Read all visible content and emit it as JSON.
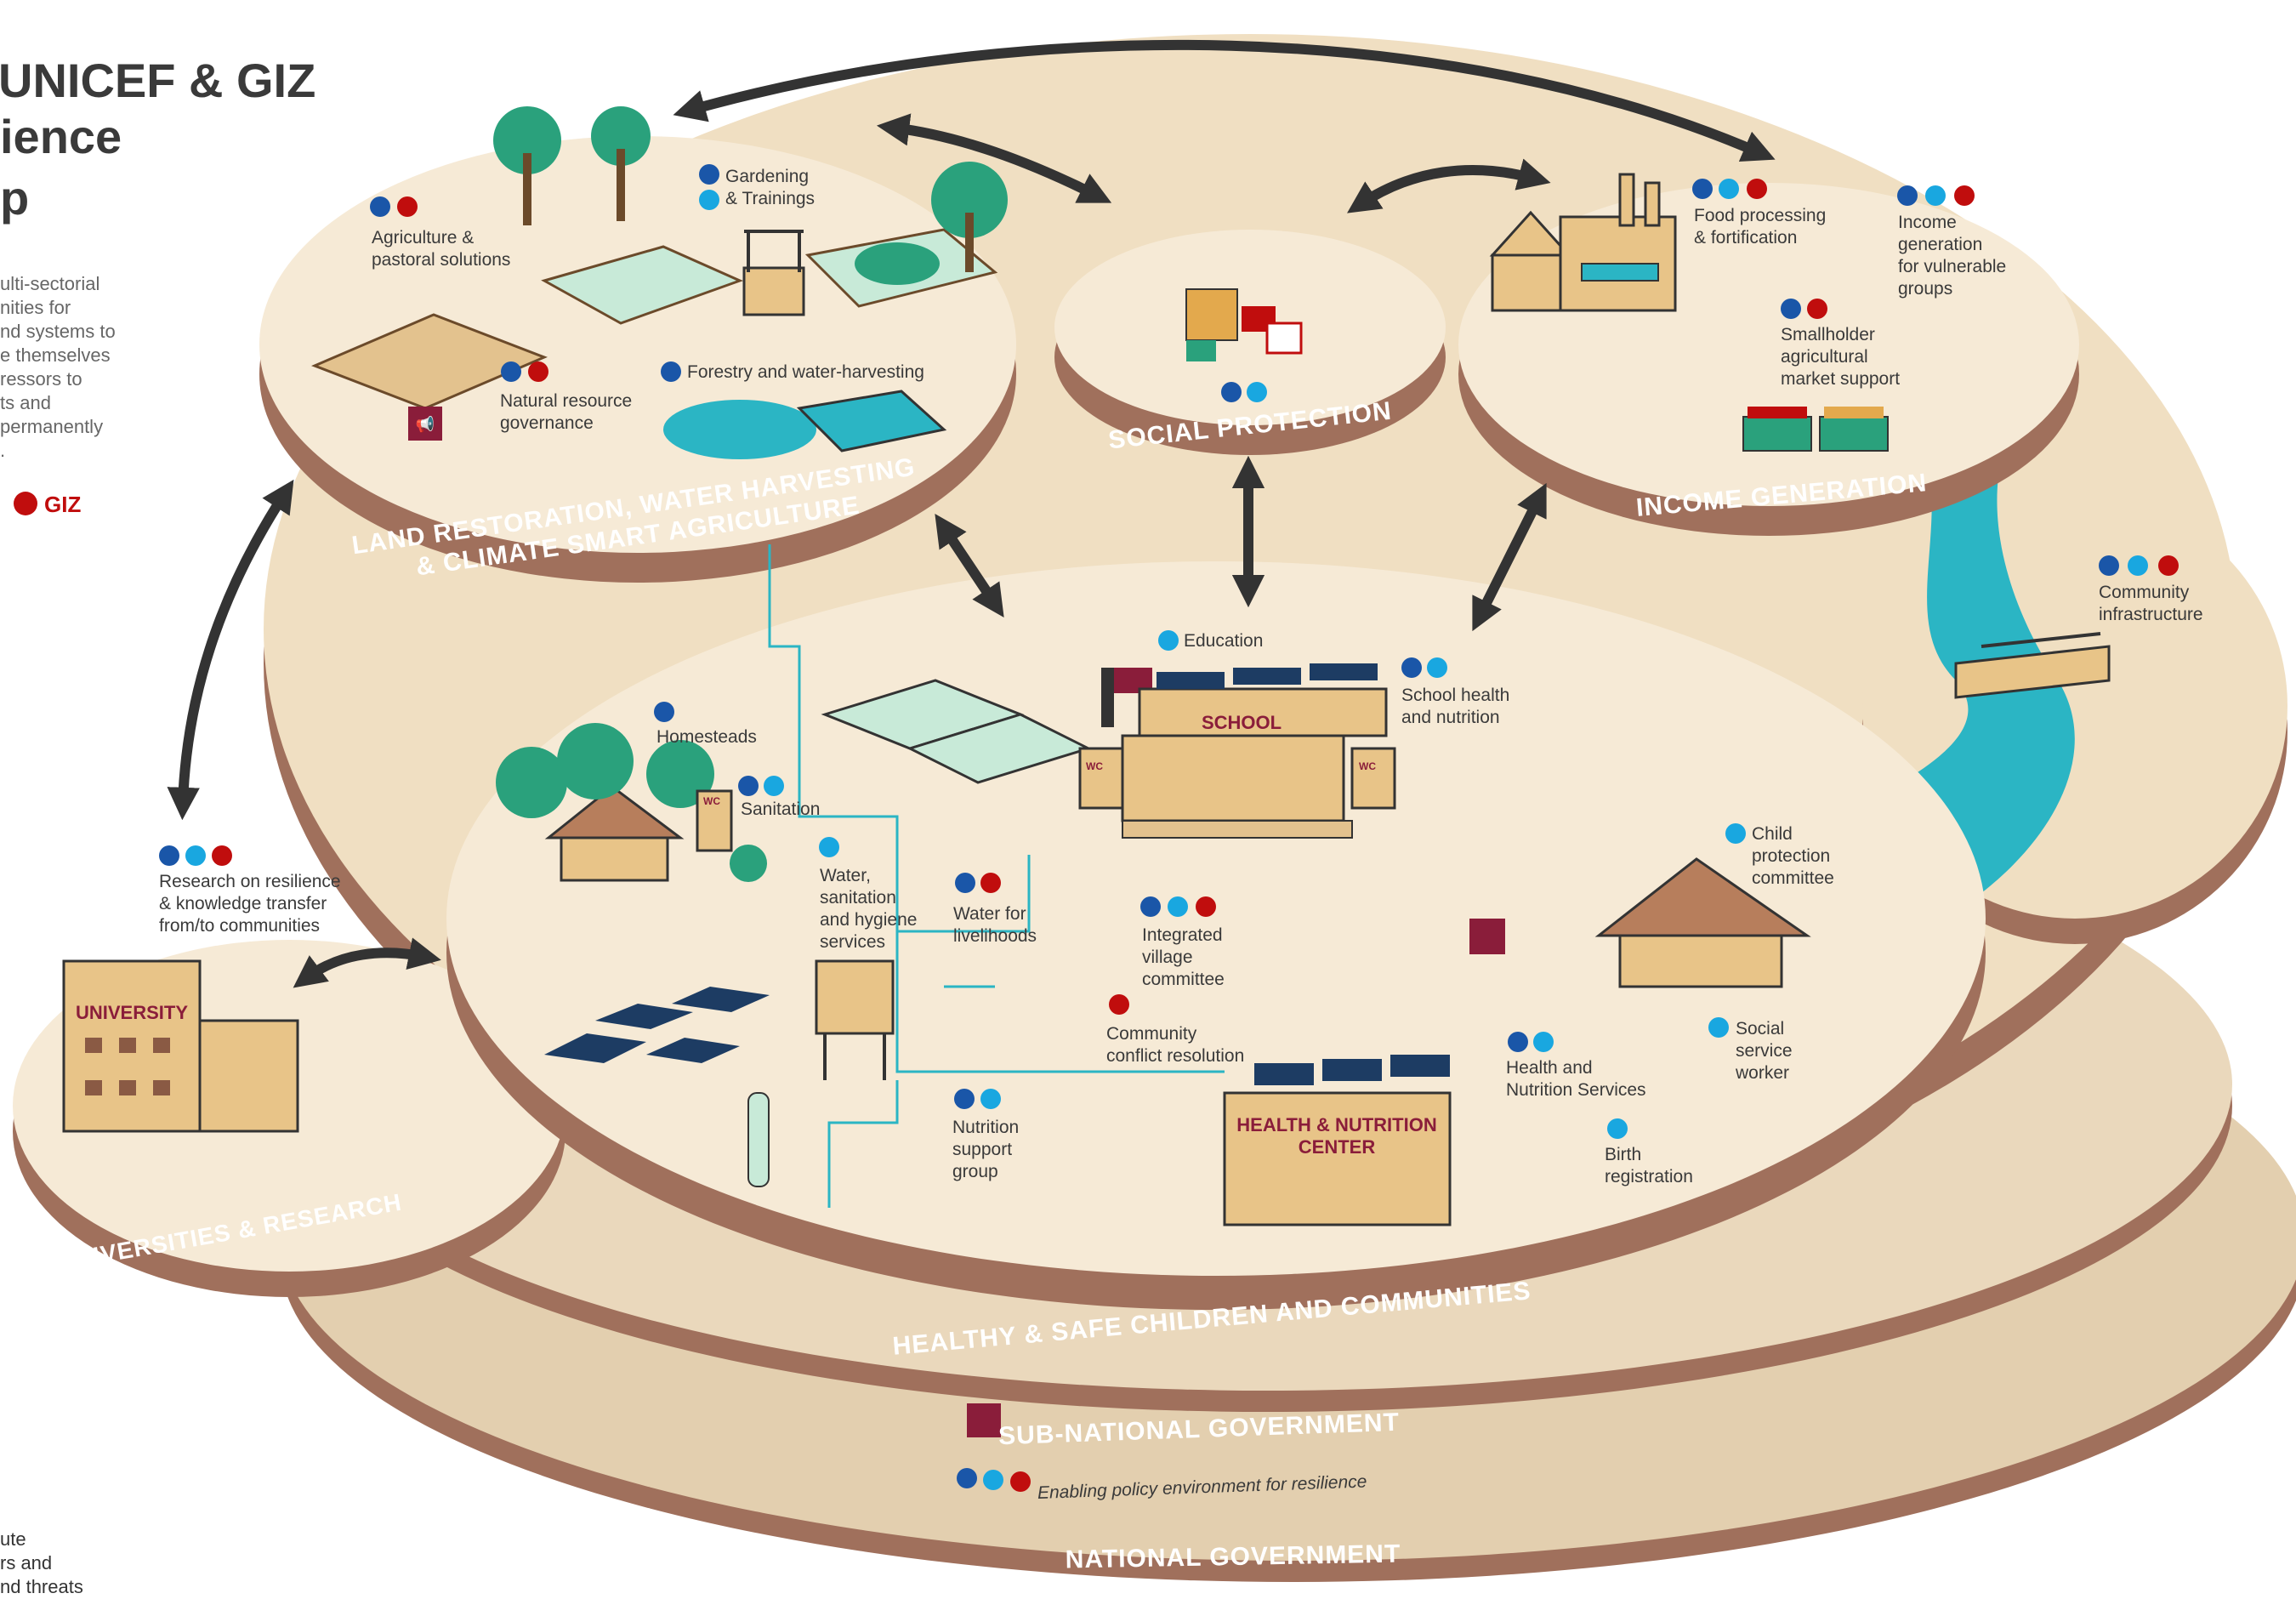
{
  "header": {
    "title_line1": "UNICEF & GIZ",
    "title_line2": "ience",
    "title_line3": "p",
    "intro": [
      "ulti-sectorial",
      "nities for",
      "nd systems to",
      "e themselves",
      "ressors to",
      "ts and",
      "permanently",
      "."
    ],
    "legend_giz": "GIZ",
    "footer_lines": [
      "ute",
      "rs and",
      "nd threats"
    ]
  },
  "colors": {
    "unicef_dark": "#1a56a8",
    "unicef_light": "#19a7e0",
    "giz": "#c00d0d",
    "plateau": "#f6ead6",
    "disk": "#ead8bc",
    "rim": "#a0705c",
    "water": "#2bb5c4",
    "tree": "#2aa17c",
    "building": "#e8c488"
  },
  "bands": {
    "land": "LAND RESTORATION, WATER HARVESTING",
    "land2": "& CLIMATE SMART AGRICULTURE",
    "social": "SOCIAL PROTECTION",
    "income": "INCOME GENERATION",
    "universities": "UNIVERSITIES & RESEARCH",
    "healthy": "HEALTHY & SAFE CHILDREN AND COMMUNITIES",
    "subnational": "SUB-NATIONAL GOVERNMENT",
    "national": "NATIONAL GOVERNMENT"
  },
  "buildings": {
    "school": "SCHOOL",
    "university": "UNIVERSITY",
    "health1": "HEALTH & NUTRITION",
    "health2": "CENTER",
    "wc": "WC"
  },
  "labels": {
    "agriculture": [
      "Agriculture &",
      "pastoral solutions"
    ],
    "gardening": [
      "Gardening",
      "& Trainings"
    ],
    "natural_resource": [
      "Natural resource",
      "governance"
    ],
    "forestry": [
      "Forestry and water-harvesting"
    ],
    "food_processing": [
      "Food processing",
      "& fortification"
    ],
    "income_vulnerable": [
      "Income",
      "generation",
      "for vulnerable",
      "groups"
    ],
    "smallholder": [
      "Smallholder",
      "agricultural",
      "market support"
    ],
    "community_infra": [
      "Community",
      "infrastructure"
    ],
    "research": [
      "Research on resilience",
      "& knowledge transfer",
      "from/to communities"
    ],
    "homesteads": [
      "Homesteads"
    ],
    "sanitation": [
      "Sanitation"
    ],
    "wash": [
      "Water,",
      "sanitation",
      "and hygiene",
      "services"
    ],
    "water_livelihoods": [
      "Water for",
      "livelihoods"
    ],
    "education": [
      "Education"
    ],
    "school_health": [
      "School health",
      "and nutrition"
    ],
    "integrated_village": [
      "Integrated",
      "village",
      "committee"
    ],
    "conflict": [
      "Community",
      "conflict resolution"
    ],
    "child_protection": [
      "Child",
      "protection",
      "committee"
    ],
    "social_worker": [
      "Social",
      "service",
      "worker"
    ],
    "health_services": [
      "Health and",
      "Nutrition Services"
    ],
    "birth": [
      "Birth",
      "registration"
    ],
    "nutrition_group": [
      "Nutrition",
      "support",
      "group"
    ],
    "policy": [
      "Enabling policy environment for resilience"
    ]
  }
}
